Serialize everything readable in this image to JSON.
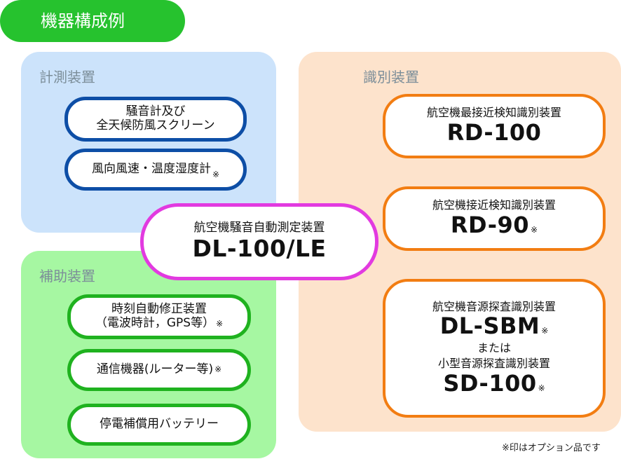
{
  "header": {
    "title": "機器構成例"
  },
  "panels": {
    "measurement": {
      "label": "計測装置"
    },
    "identification": {
      "label": "識別装置"
    },
    "auxiliary": {
      "label": "補助装置"
    }
  },
  "measurement_items": {
    "noise_meter_line1": "騒音計及び",
    "noise_meter_line2": "全天候防風スクリーン",
    "weather_meter": "風向風速・温度湿度計"
  },
  "center": {
    "label": "航空機騒音自動測定装置",
    "model": "DL-100/LE"
  },
  "auxiliary_items": {
    "clock_line1": "時刻自動修正装置",
    "clock_line2": "（電波時計，GPS等）",
    "comm": "通信機器(ルーター等)",
    "battery": "停電補償用バッテリー"
  },
  "identification_items": {
    "rd100_label": "航空機最接近検知識別装置",
    "rd100_model": "RD-100",
    "rd90_label": "航空機接近検知識別装置",
    "rd90_model": "RD-90",
    "sbm_label": "航空機音源探査識別装置",
    "sbm_model": "DL-SBM",
    "or_text": "または",
    "sd100_label": "小型音源探査識別装置",
    "sd100_model": "SD-100"
  },
  "option_mark": "※",
  "footnote": "※印はオプション品です",
  "colors": {
    "title_green": "#26c22e",
    "blue_panel": "#cce3fb",
    "green_panel": "#a6f7a2",
    "orange_panel": "#fde3cc",
    "blue_border": "#0d4ea6",
    "green_border": "#1fb21f",
    "orange_border": "#f27d12",
    "magenta_border": "#e23ae0"
  }
}
